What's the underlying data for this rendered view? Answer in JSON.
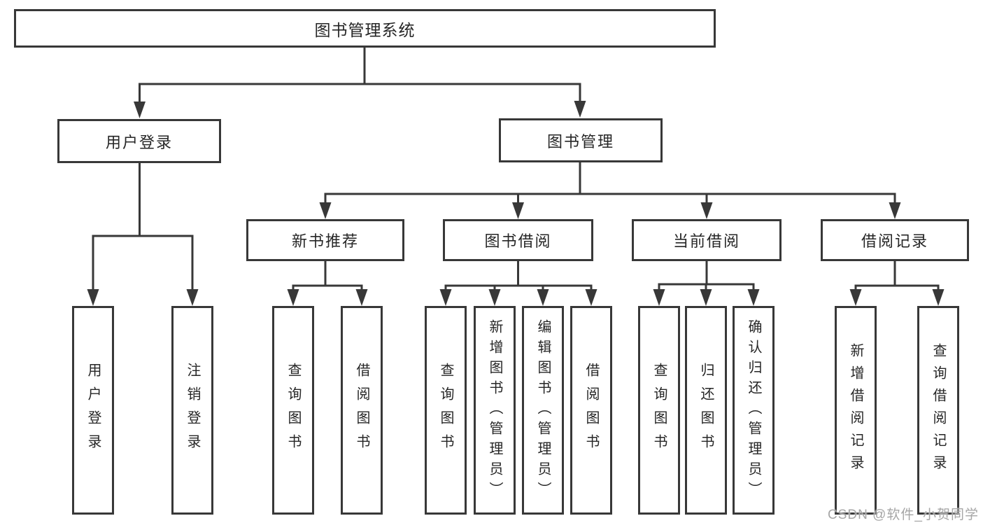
{
  "nodes": {
    "root": {
      "label": "图书管理系统"
    },
    "user_login": {
      "label": "用户登录"
    },
    "book_management": {
      "label": "图书管理"
    },
    "new_book_recommend": {
      "label": "新书推荐"
    },
    "book_borrow": {
      "label": "图书借阅"
    },
    "current_borrow": {
      "label": "当前借阅"
    },
    "borrow_records": {
      "label": "借阅记录"
    },
    "leaves": {
      "user_login_group": [
        {
          "label": "用户登录"
        },
        {
          "label": "注销登录"
        }
      ],
      "new_book_group": [
        {
          "label": "查询图书"
        },
        {
          "label": "借阅图书"
        }
      ],
      "book_borrow_group": [
        {
          "label": "查询图书"
        },
        {
          "label": "新增图书（管理员）"
        },
        {
          "label": "编辑图书（管理员）"
        },
        {
          "label": "借阅图书"
        }
      ],
      "current_borrow_group": [
        {
          "label": "查询图书"
        },
        {
          "label": "归还图书"
        },
        {
          "label": "确认归还（管理员）"
        }
      ],
      "borrow_records_group": [
        {
          "label": "新增借阅记录"
        },
        {
          "label": "查询借阅记录"
        }
      ]
    }
  },
  "watermark": "CSDN @软件_小贺同学",
  "colors": {
    "line": "#383838",
    "text": "#262626",
    "watermark": "#a6a6a6",
    "background": "#ffffff"
  }
}
